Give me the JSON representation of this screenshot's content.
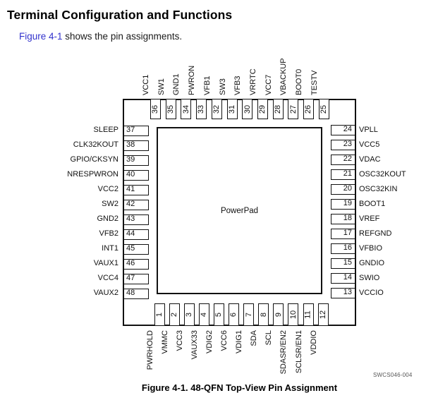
{
  "page": {
    "heading": "Terminal Configuration and Functions",
    "intro_link_text": "Figure 4-1",
    "intro_rest": " shows the pin assignments.",
    "caption": "Figure 4-1. 48-QFN Top-View Pin Assignment",
    "doc_code": "SWCS046-004",
    "colors": {
      "link": "#3333cc",
      "line": "#111111"
    }
  },
  "diagram": {
    "center_label": "PowerPad",
    "pins": {
      "top": [
        {
          "num": "36",
          "label": "VCC1"
        },
        {
          "num": "35",
          "label": "SW1"
        },
        {
          "num": "34",
          "label": "GND1"
        },
        {
          "num": "33",
          "label": "PWRON"
        },
        {
          "num": "32",
          "label": "VFB1"
        },
        {
          "num": "31",
          "label": "SW3"
        },
        {
          "num": "30",
          "label": "VFB3"
        },
        {
          "num": "29",
          "label": "VRRTC"
        },
        {
          "num": "28",
          "label": "VCC7"
        },
        {
          "num": "27",
          "label": "VBACKUP"
        },
        {
          "num": "26",
          "label": "BOOT0"
        },
        {
          "num": "25",
          "label": "TESTV"
        }
      ],
      "left": [
        {
          "num": "37",
          "label": "SLEEP"
        },
        {
          "num": "38",
          "label": "CLK32KOUT"
        },
        {
          "num": "39",
          "label": "GPIO/CKSYN"
        },
        {
          "num": "40",
          "label": "NRESPWRON"
        },
        {
          "num": "41",
          "label": "VCC2"
        },
        {
          "num": "42",
          "label": "SW2"
        },
        {
          "num": "43",
          "label": "GND2"
        },
        {
          "num": "44",
          "label": "VFB2"
        },
        {
          "num": "45",
          "label": "INT1"
        },
        {
          "num": "46",
          "label": "VAUX1"
        },
        {
          "num": "47",
          "label": "VCC4"
        },
        {
          "num": "48",
          "label": "VAUX2"
        }
      ],
      "right": [
        {
          "num": "24",
          "label": "VPLL"
        },
        {
          "num": "23",
          "label": "VCC5"
        },
        {
          "num": "22",
          "label": "VDAC"
        },
        {
          "num": "21",
          "label": "OSC32KOUT"
        },
        {
          "num": "20",
          "label": "OSC32KIN"
        },
        {
          "num": "19",
          "label": "BOOT1"
        },
        {
          "num": "18",
          "label": "VREF"
        },
        {
          "num": "17",
          "label": "REFGND"
        },
        {
          "num": "16",
          "label": "VFBIO"
        },
        {
          "num": "15",
          "label": "GNDIO"
        },
        {
          "num": "14",
          "label": "SWIO"
        },
        {
          "num": "13",
          "label": "VCCIO"
        }
      ],
      "bottom": [
        {
          "num": "1",
          "label": "PWRHOLD"
        },
        {
          "num": "2",
          "label": "VMMC"
        },
        {
          "num": "3",
          "label": "VCC3"
        },
        {
          "num": "4",
          "label": "VAUX33"
        },
        {
          "num": "5",
          "label": "VDIG2"
        },
        {
          "num": "6",
          "label": "VCC6"
        },
        {
          "num": "7",
          "label": "VDIG1"
        },
        {
          "num": "8",
          "label": "SDA"
        },
        {
          "num": "9",
          "label": "SCL"
        },
        {
          "num": "10",
          "label": "SDASR/EN2"
        },
        {
          "num": "11",
          "label": "SCLSR/EN1"
        },
        {
          "num": "12",
          "label": "VDDIO"
        }
      ]
    }
  }
}
